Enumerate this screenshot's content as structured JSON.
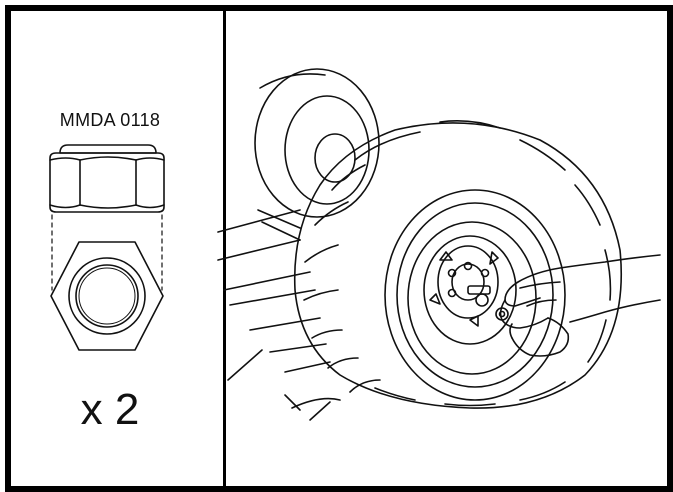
{
  "part": {
    "code": "MMDA 0118",
    "quantity": "x 2"
  },
  "colors": {
    "line": "#111111",
    "frame": "#000000",
    "background": "#ffffff"
  },
  "icons": {
    "part": "nylon-lock-nut-icon",
    "illustration": "wheel-install-illustration"
  }
}
